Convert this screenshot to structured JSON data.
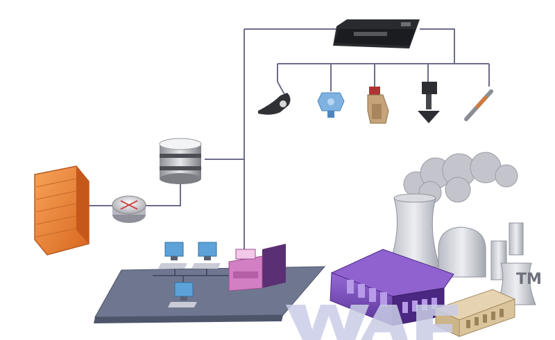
{
  "diagram": {
    "nodes": [
      {
        "id": "firewall",
        "icon": "firewall-icon"
      },
      {
        "id": "router",
        "icon": "router-icon"
      },
      {
        "id": "server",
        "icon": "database-server-icon"
      },
      {
        "id": "controller",
        "icon": "controller-unit-icon"
      },
      {
        "id": "sensor-1",
        "icon": "probe-sensor-icon"
      },
      {
        "id": "sensor-2",
        "icon": "flow-meter-icon"
      },
      {
        "id": "sensor-3",
        "icon": "valve-icon"
      },
      {
        "id": "sensor-4",
        "icon": "actuator-icon"
      },
      {
        "id": "sensor-5",
        "icon": "temperature-probe-icon"
      },
      {
        "id": "workstations",
        "icon": "computer-icon"
      },
      {
        "id": "printer",
        "icon": "printer-icon"
      },
      {
        "id": "plant",
        "icon": "industrial-plant-icon"
      }
    ],
    "colors": {
      "line": "#6b6b8c",
      "firewall": "#e8893a",
      "platform": "#6f7790",
      "plant": "#7a4fb3",
      "watermark": "#c9cde6"
    }
  },
  "watermark": {
    "trademark": "TM"
  }
}
